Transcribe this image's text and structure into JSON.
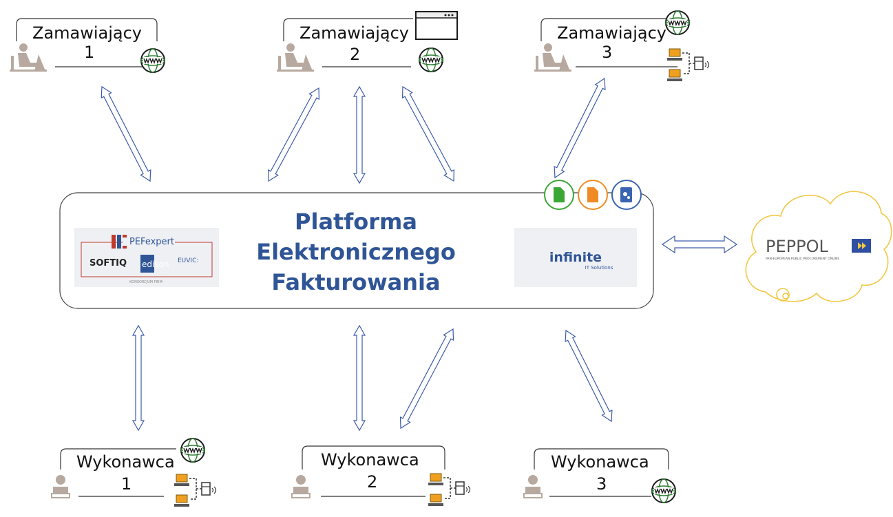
{
  "platform": {
    "title_lines": [
      "Platforma",
      "Elektronicznego",
      "Fakturowania"
    ],
    "left_logo": {
      "pefexpert": "PEFexpert",
      "softiq": "SOFTIQ",
      "edison": "edison",
      "euvic": "EUVIC:",
      "consortium": "KONSORCJUM FIRM"
    },
    "right_logo": {
      "name": "infinite",
      "sub": "IT Solutions"
    }
  },
  "peppol": {
    "name": "PEPPOL",
    "subtitle": "PAN-EUROPEAN PUBLIC PROCUREMENT ONLINE"
  },
  "buyers": [
    {
      "label": "Zamawiający",
      "number": "1"
    },
    {
      "label": "Zamawiający",
      "number": "2"
    },
    {
      "label": "Zamawiający",
      "number": "3"
    }
  ],
  "suppliers": [
    {
      "label": "Wykonawca",
      "number": "1"
    },
    {
      "label": "Wykonawca",
      "number": "2"
    },
    {
      "label": "Wykonawca",
      "number": "3"
    }
  ],
  "colors": {
    "title": "#2f5597",
    "arrow": "#3b5ba9",
    "cloud": "#f2c744",
    "person": "#b7a99f",
    "computer": "#f0a020",
    "icon_green": "#3aa635",
    "icon_orange": "#f08a24",
    "icon_blue": "#3a64b2"
  }
}
